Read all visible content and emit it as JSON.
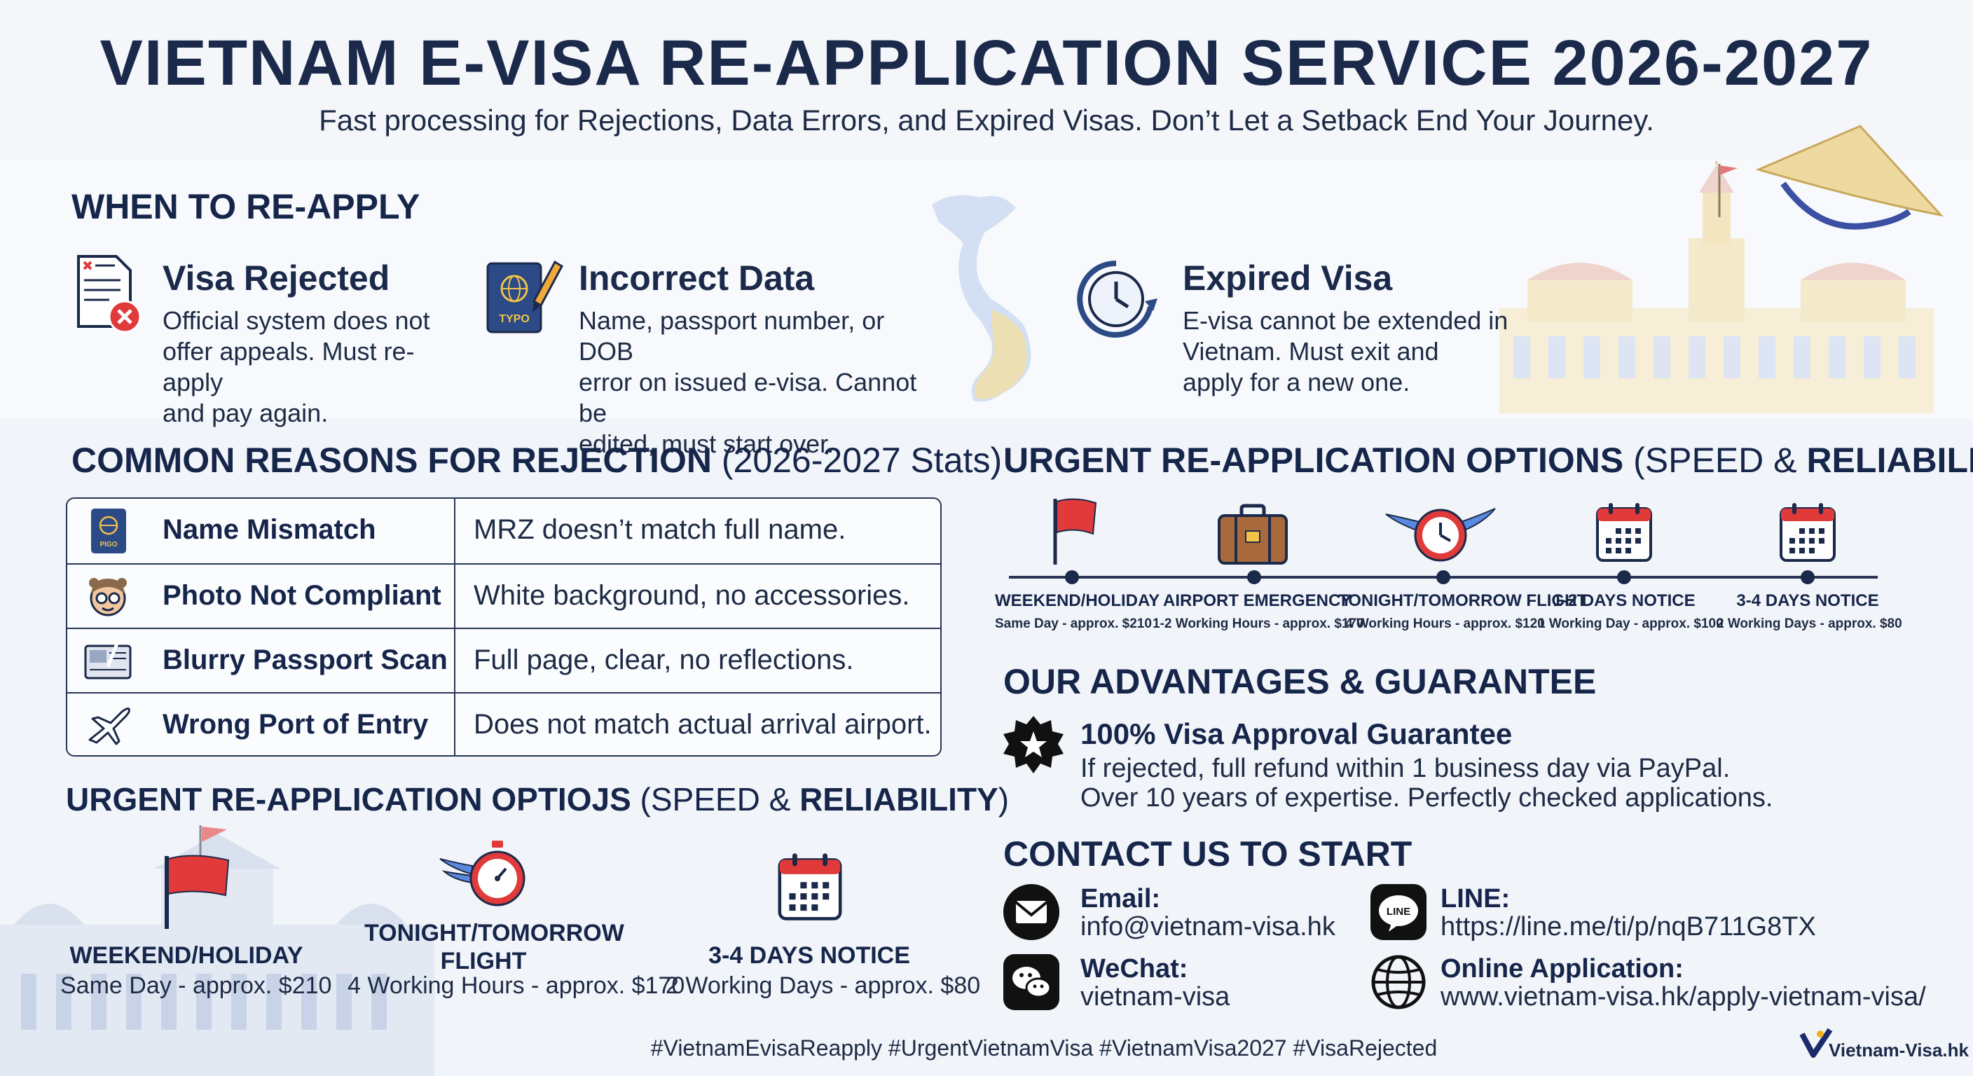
{
  "header": {
    "title": "VIETNAM E-VISA RE-APPLICATION SERVICE 2026-2027",
    "subtitle": "Fast processing for Rejections, Data Errors, and Expired Visas. Don’t Let a Setback End Your Journey."
  },
  "when_to_reapply": {
    "heading": "WHEN TO RE-APPLY",
    "items": [
      {
        "title": "Visa Rejected",
        "lines": [
          "Official system does not",
          "offer appeals. Must re-apply",
          "and pay again."
        ],
        "icon": "rejected-document-icon"
      },
      {
        "title": "Incorrect Data",
        "lines": [
          "Name, passport number, or DOB",
          "error on issued e-visa. Cannot be",
          "edited, must start over."
        ],
        "icon": "passport-typo-icon",
        "icon_text": "TYPO"
      },
      {
        "title": "Expired Visa",
        "lines": [
          "E-visa cannot be extended in",
          "Vietnam. Must exit and",
          "apply for a new one."
        ],
        "icon": "clock-icon"
      }
    ]
  },
  "rejection_reasons": {
    "heading_bold": "COMMON REASONS FOR REJECTION",
    "heading_light": "(2026-2027 Stats)",
    "rows": [
      {
        "label": "Name Mismatch",
        "value": "MRZ doesn’t match full name.",
        "icon": "passport-icon",
        "icon_text": "PIGO"
      },
      {
        "label": "Photo Not Compliant",
        "value": "White background, no accessories.",
        "icon": "face-photo-icon"
      },
      {
        "label": "Blurry Passport Scan",
        "value": "Full page, clear, no reflections.",
        "icon": "scanner-icon"
      },
      {
        "label": "Wrong Port of Entry",
        "value": "Does not match actual arrival airport.",
        "icon": "airplane-icon"
      }
    ]
  },
  "urgent_options": {
    "heading_bold_1": "URGENT RE-APPLICATION OPTIONS",
    "heading_light_1": "(SPEED &",
    "heading_bold_2": "RELIABILITY",
    "heading_light_2": ")",
    "items": [
      {
        "label": "WEEKEND/HOLIDAY",
        "sub": "Same Day - approx. $210",
        "icon": "red-flag-icon"
      },
      {
        "label": "AIRPORT EMERGENCY",
        "sub": "1-2 Working Hours - approx. $170",
        "icon": "suitcase-icon"
      },
      {
        "label": "TONIGHT/TOMORROW FLIGHT",
        "sub": "4 Working Hours - approx. $120",
        "icon": "winged-clock-icon"
      },
      {
        "label": "1-2 DAYS NOTICE",
        "sub": "1 Working Day - approx. $100",
        "icon": "calendar-icon"
      },
      {
        "label": "3-4 DAYS NOTICE",
        "sub": "2 Working Days - approx. $80",
        "icon": "calendar-icon"
      }
    ]
  },
  "urgent_options_repeat": {
    "heading_bold_1": "URGENT RE-APPLICATION OPTIOJ",
    "heading_bold_1b": "S",
    "heading_light_1": "(SPEED &",
    "heading_bold_2": "RELIABILITY",
    "heading_light_2": ")",
    "items": [
      {
        "title": "WEEKEND/HOLIDAY",
        "sub": "Same Day - approx. $210",
        "icon": "red-flag-icon"
      },
      {
        "title": "TONIGHT/TOMORROW FLIGHT",
        "sub": "4 Working Hours - approx. $170",
        "icon": "winged-stopwatch-icon"
      },
      {
        "title": "3-4 DAYS NOTICE",
        "sub": "2 Working Days - approx. $80",
        "icon": "calendar-icon"
      }
    ]
  },
  "advantages": {
    "heading": "OUR ADVANTAGES & GUARANTEE",
    "title": "100% Visa Approval Guarantee",
    "line1": "If rejected, full refund within 1 business day via PayPal.",
    "line2": "Over 10 years of expertise. Perfectly checked applications."
  },
  "contact": {
    "heading": "CONTACT US TO START",
    "items": [
      {
        "key": "Email:",
        "value": "info@vietnam-visa.hk",
        "icon": "email-icon"
      },
      {
        "key": "LINE:",
        "value": "https://line.me/ti/p/nqB711G8TX",
        "icon": "line-icon",
        "icon_text": "LINE"
      },
      {
        "key": "WeChat:",
        "value": "vietnam-visa",
        "icon": "wechat-icon"
      },
      {
        "key": "Online Application:",
        "value": "www.vietnam-visa.hk/apply-vietnam-visa/",
        "icon": "globe-icon"
      }
    ]
  },
  "footer": {
    "hashtags": "#VietnamEvisaReapply #UrgentVietnamVisa #VietnamVisa2027 #VisaRejected",
    "logo_text": "Vietnam-Visa.hk"
  },
  "colors": {
    "navy": "#1b2a4a",
    "red": "#e03a3a",
    "blue_icon": "#2c4a86",
    "sand": "#f0dfa8"
  }
}
